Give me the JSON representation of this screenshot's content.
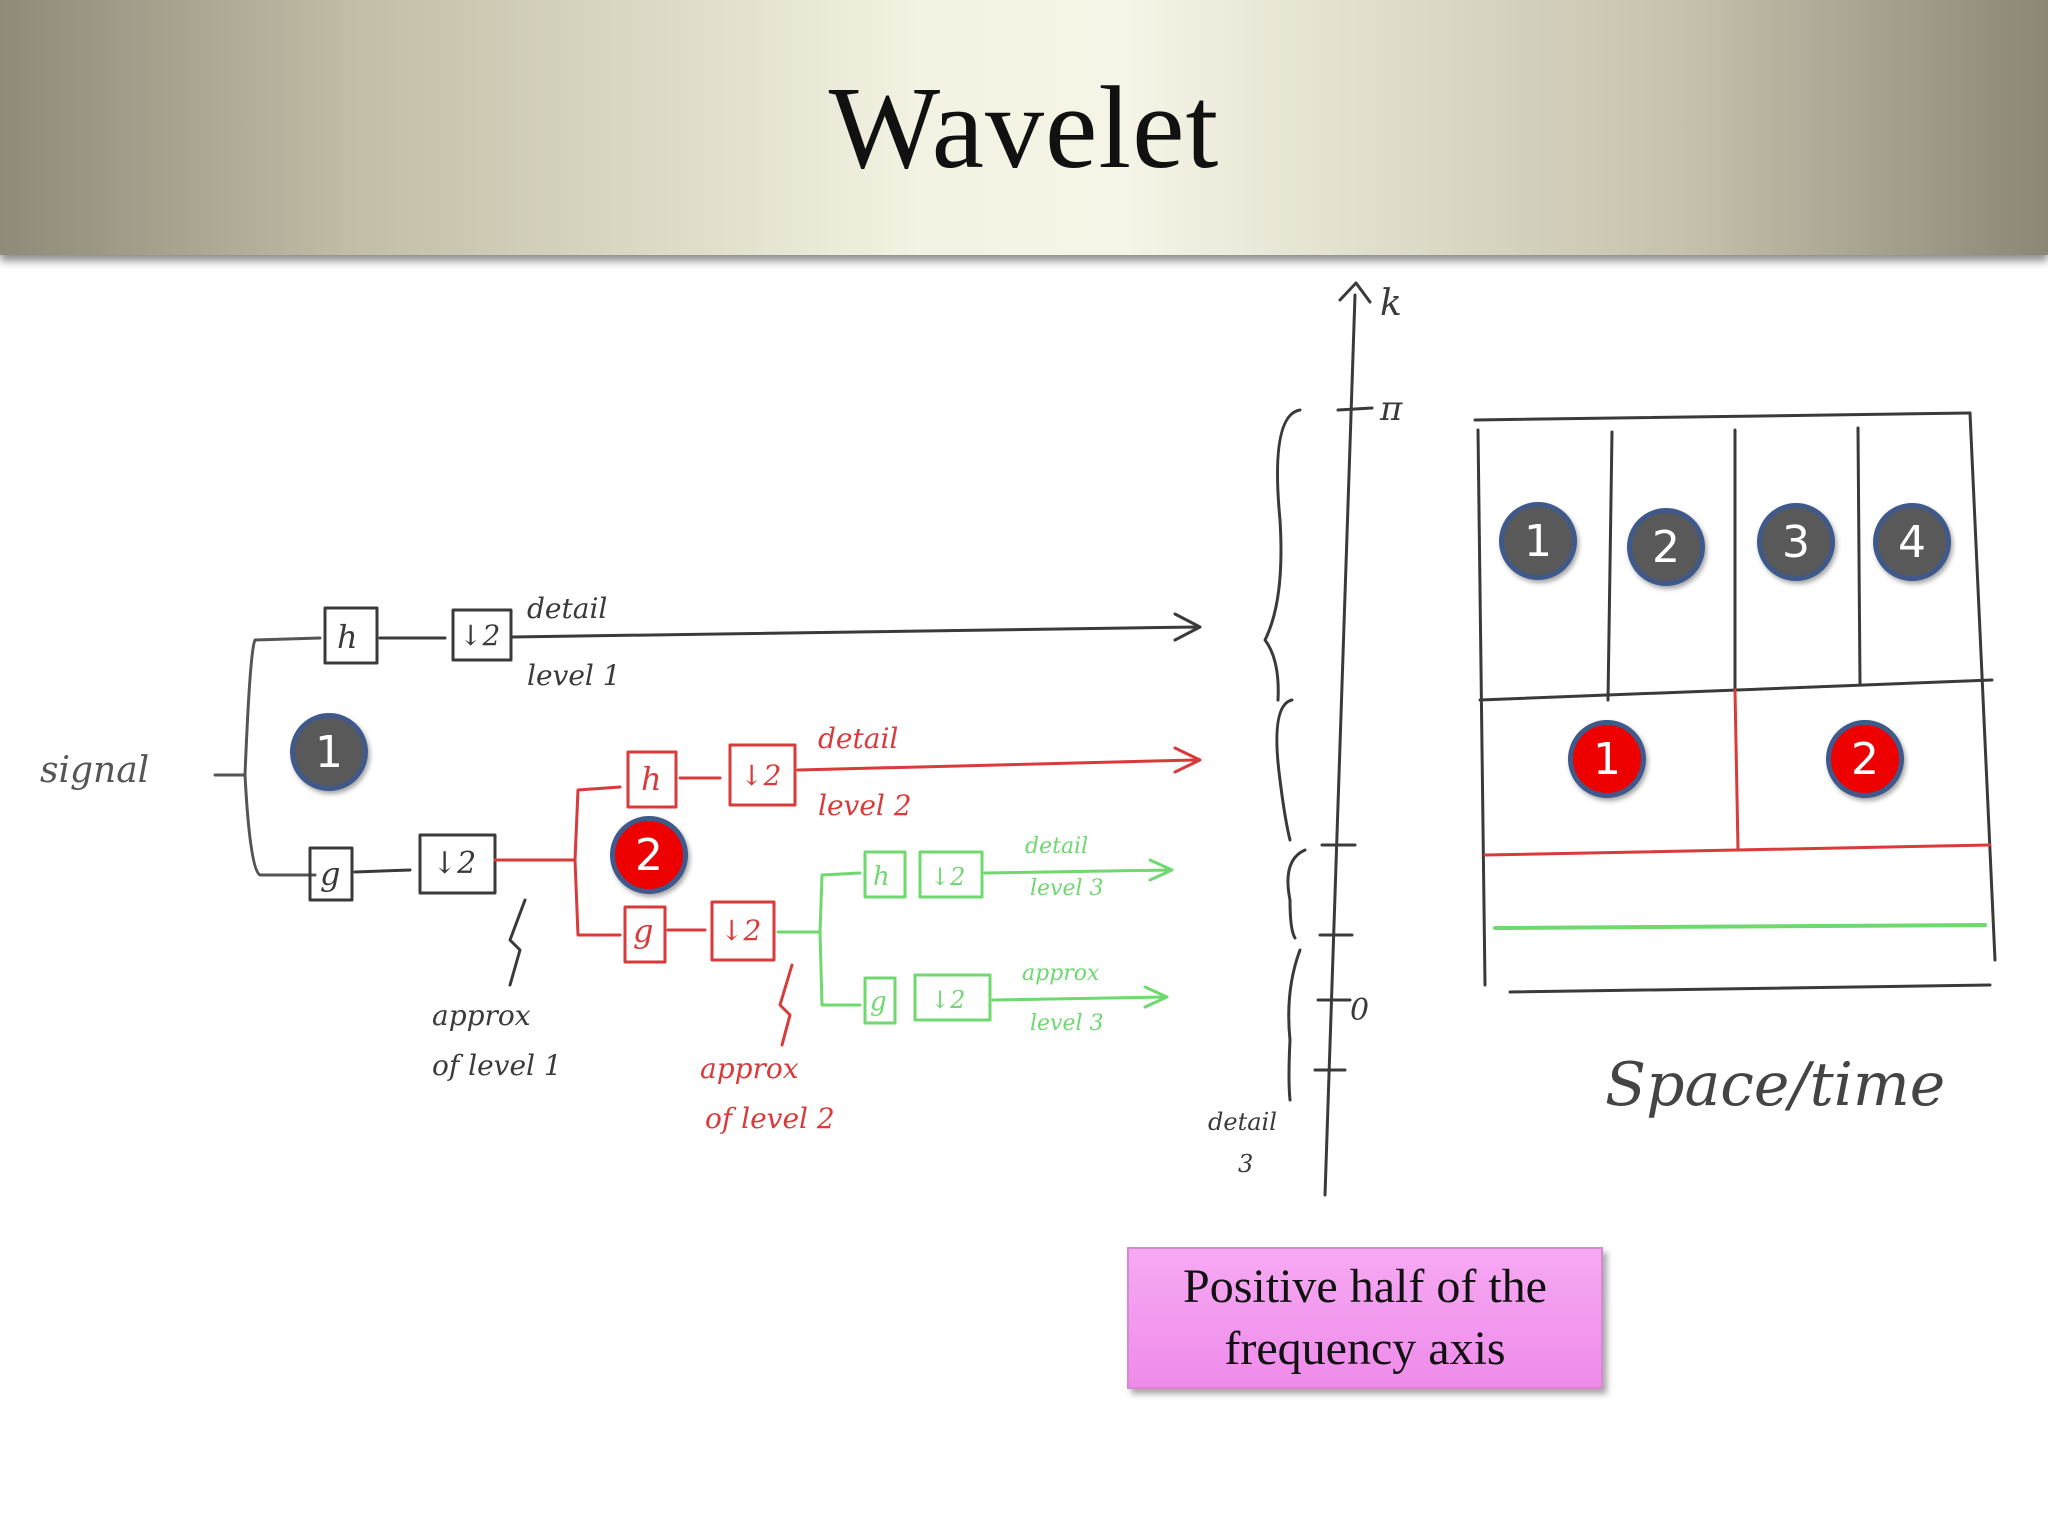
{
  "slide": {
    "title": "Wavelet"
  },
  "callout": {
    "text": "Positive half of the frequency axis"
  },
  "filter_bank": {
    "input_label": "signal",
    "branch_black": {
      "detail_label": "detail\nlevel 1",
      "approx_label": "approx\nof level 1"
    },
    "branch_red": {
      "detail_label": "detail\nlevel 2",
      "approx_label": "approx\nof level 2"
    },
    "branch_green": {
      "detail_label": "detail\nlevel 3",
      "approx_label": "approx\nlevel 3"
    },
    "badges": [
      "1",
      "2"
    ]
  },
  "frequency_axis": {
    "top_label": "k",
    "pi_label": "π",
    "zero_label": "0",
    "detail3_label": "detail\n3"
  },
  "grid": {
    "bottom_label": "Space/time",
    "top_row_badges": [
      "1",
      "2",
      "3",
      "4"
    ],
    "middle_row_badges": [
      "1",
      "2"
    ]
  },
  "colors": {
    "black_ink": "#3a3a3a",
    "red_ink": "#d93a3a",
    "green_ink": "#6fd86f",
    "badge_gray": "#595959",
    "badge_red": "#ee0000",
    "badge_ring": "#3f5a8a",
    "callout_pink": "#f29cee"
  }
}
